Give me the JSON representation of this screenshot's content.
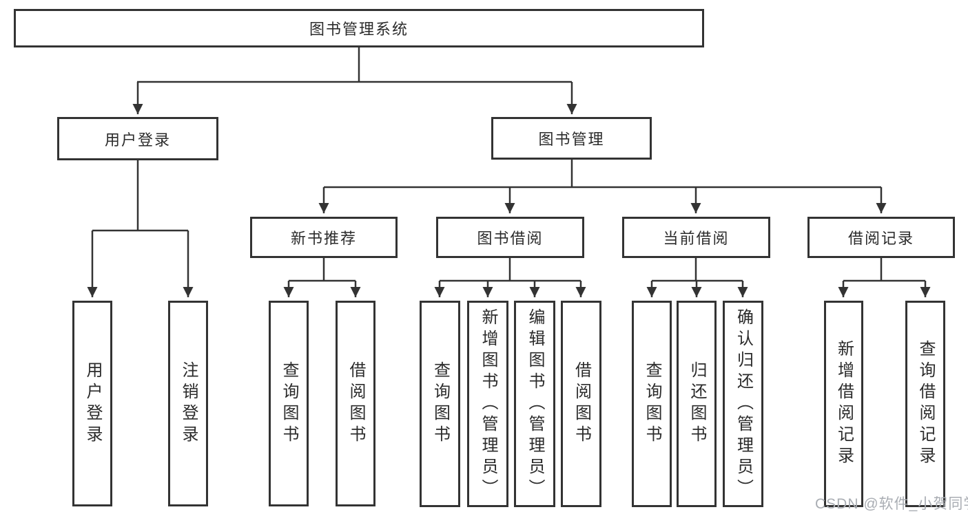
{
  "diagram": {
    "root": {
      "label": "图书管理系统"
    },
    "login_branch": {
      "label": "用户登录",
      "children": [
        {
          "label": "用户登录"
        },
        {
          "label": "注销登录"
        }
      ]
    },
    "mgmt_branch": {
      "label": "图书管理",
      "sections": [
        {
          "label": "新书推荐",
          "children": [
            {
              "label": "查询图书"
            },
            {
              "label": "借阅图书"
            }
          ]
        },
        {
          "label": "图书借阅",
          "children": [
            {
              "label": "查询图书"
            },
            {
              "label": "新增图书（管理员）"
            },
            {
              "label": "编辑图书（管理员）"
            },
            {
              "label": "借阅图书"
            }
          ]
        },
        {
          "label": "当前借阅",
          "children": [
            {
              "label": "查询图书"
            },
            {
              "label": "归还图书"
            },
            {
              "label": "确认归还（管理员）"
            }
          ]
        },
        {
          "label": "借阅记录",
          "children": [
            {
              "label": "新增借阅记录"
            },
            {
              "label": "查询借阅记录"
            }
          ]
        }
      ]
    },
    "watermark": {
      "text": "CSDN @软件_小贺同学",
      "color": "#a9adb3"
    },
    "colors": {
      "line": "#333333",
      "text": "#2b2b2b",
      "background": "#ffffff"
    }
  }
}
